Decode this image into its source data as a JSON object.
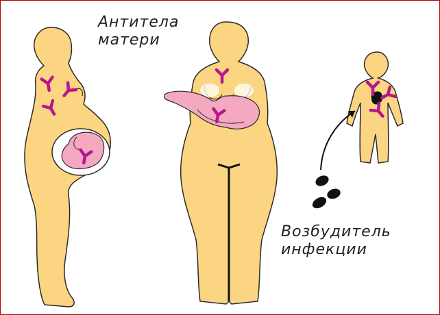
{
  "labels": {
    "antibodies_line1": "Антитела",
    "antibodies_line2": "матери",
    "pathogen_line1": "Возбудитель",
    "pathogen_line2": "инфекции"
  },
  "colors": {
    "skin": "#fbd581",
    "outline": "#2a2a2a",
    "antibody": "#b5178f",
    "fetus": "#f4a9c0",
    "pathogen": "#111111",
    "frame_border": "#b00000"
  },
  "icons": [
    "antibody-icon",
    "pathogen-icon",
    "arrow-icon"
  ]
}
